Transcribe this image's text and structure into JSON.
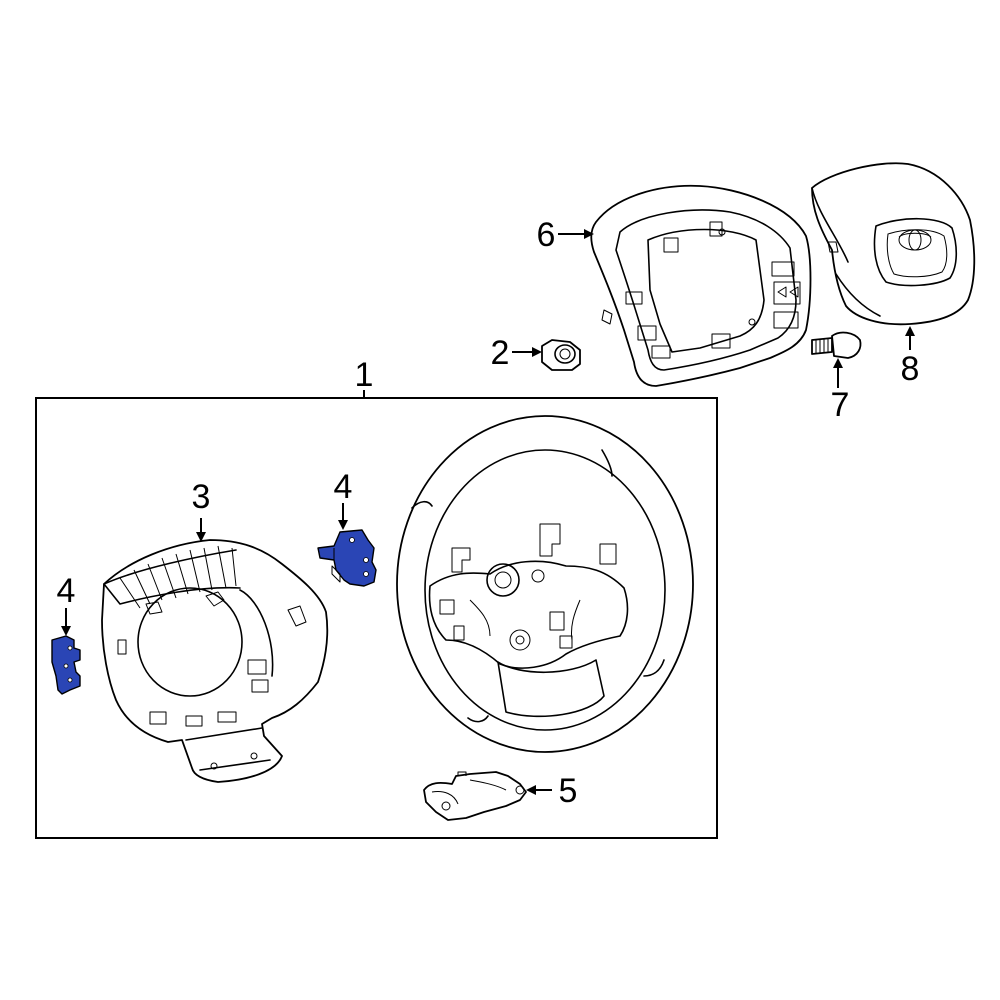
{
  "callouts": {
    "c1": "1",
    "c2": "2",
    "c3": "3",
    "c4a": "4",
    "c4b": "4",
    "c5": "5",
    "c6": "6",
    "c7": "7",
    "c8": "8"
  },
  "colors": {
    "highlight": "#2a45b5",
    "line": "#000000",
    "background": "#ffffff"
  }
}
